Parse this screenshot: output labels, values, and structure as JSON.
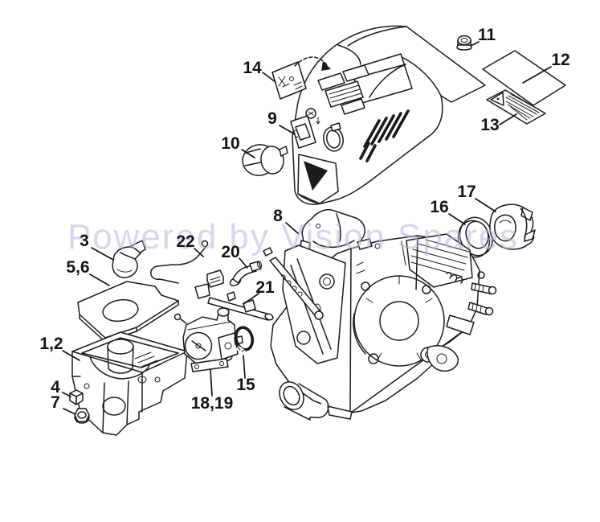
{
  "diagram": {
    "watermark": "Powered by Vision Spares",
    "colors": {
      "line": "#1b1b1b",
      "watermark": "#b4b9e0",
      "background": "#ffffff"
    },
    "callouts": {
      "c1_2": "1,2",
      "c3": "3",
      "c4": "4",
      "c5_6": "5,6",
      "c7": "7",
      "c8": "8",
      "c9": "9",
      "c10": "10",
      "c11": "11",
      "c12": "12",
      "c13": "13",
      "c14": "14",
      "c15": "15",
      "c16": "16",
      "c17": "17",
      "c18_19": "18,19",
      "c20": "20",
      "c21": "21",
      "c22": "22"
    }
  }
}
